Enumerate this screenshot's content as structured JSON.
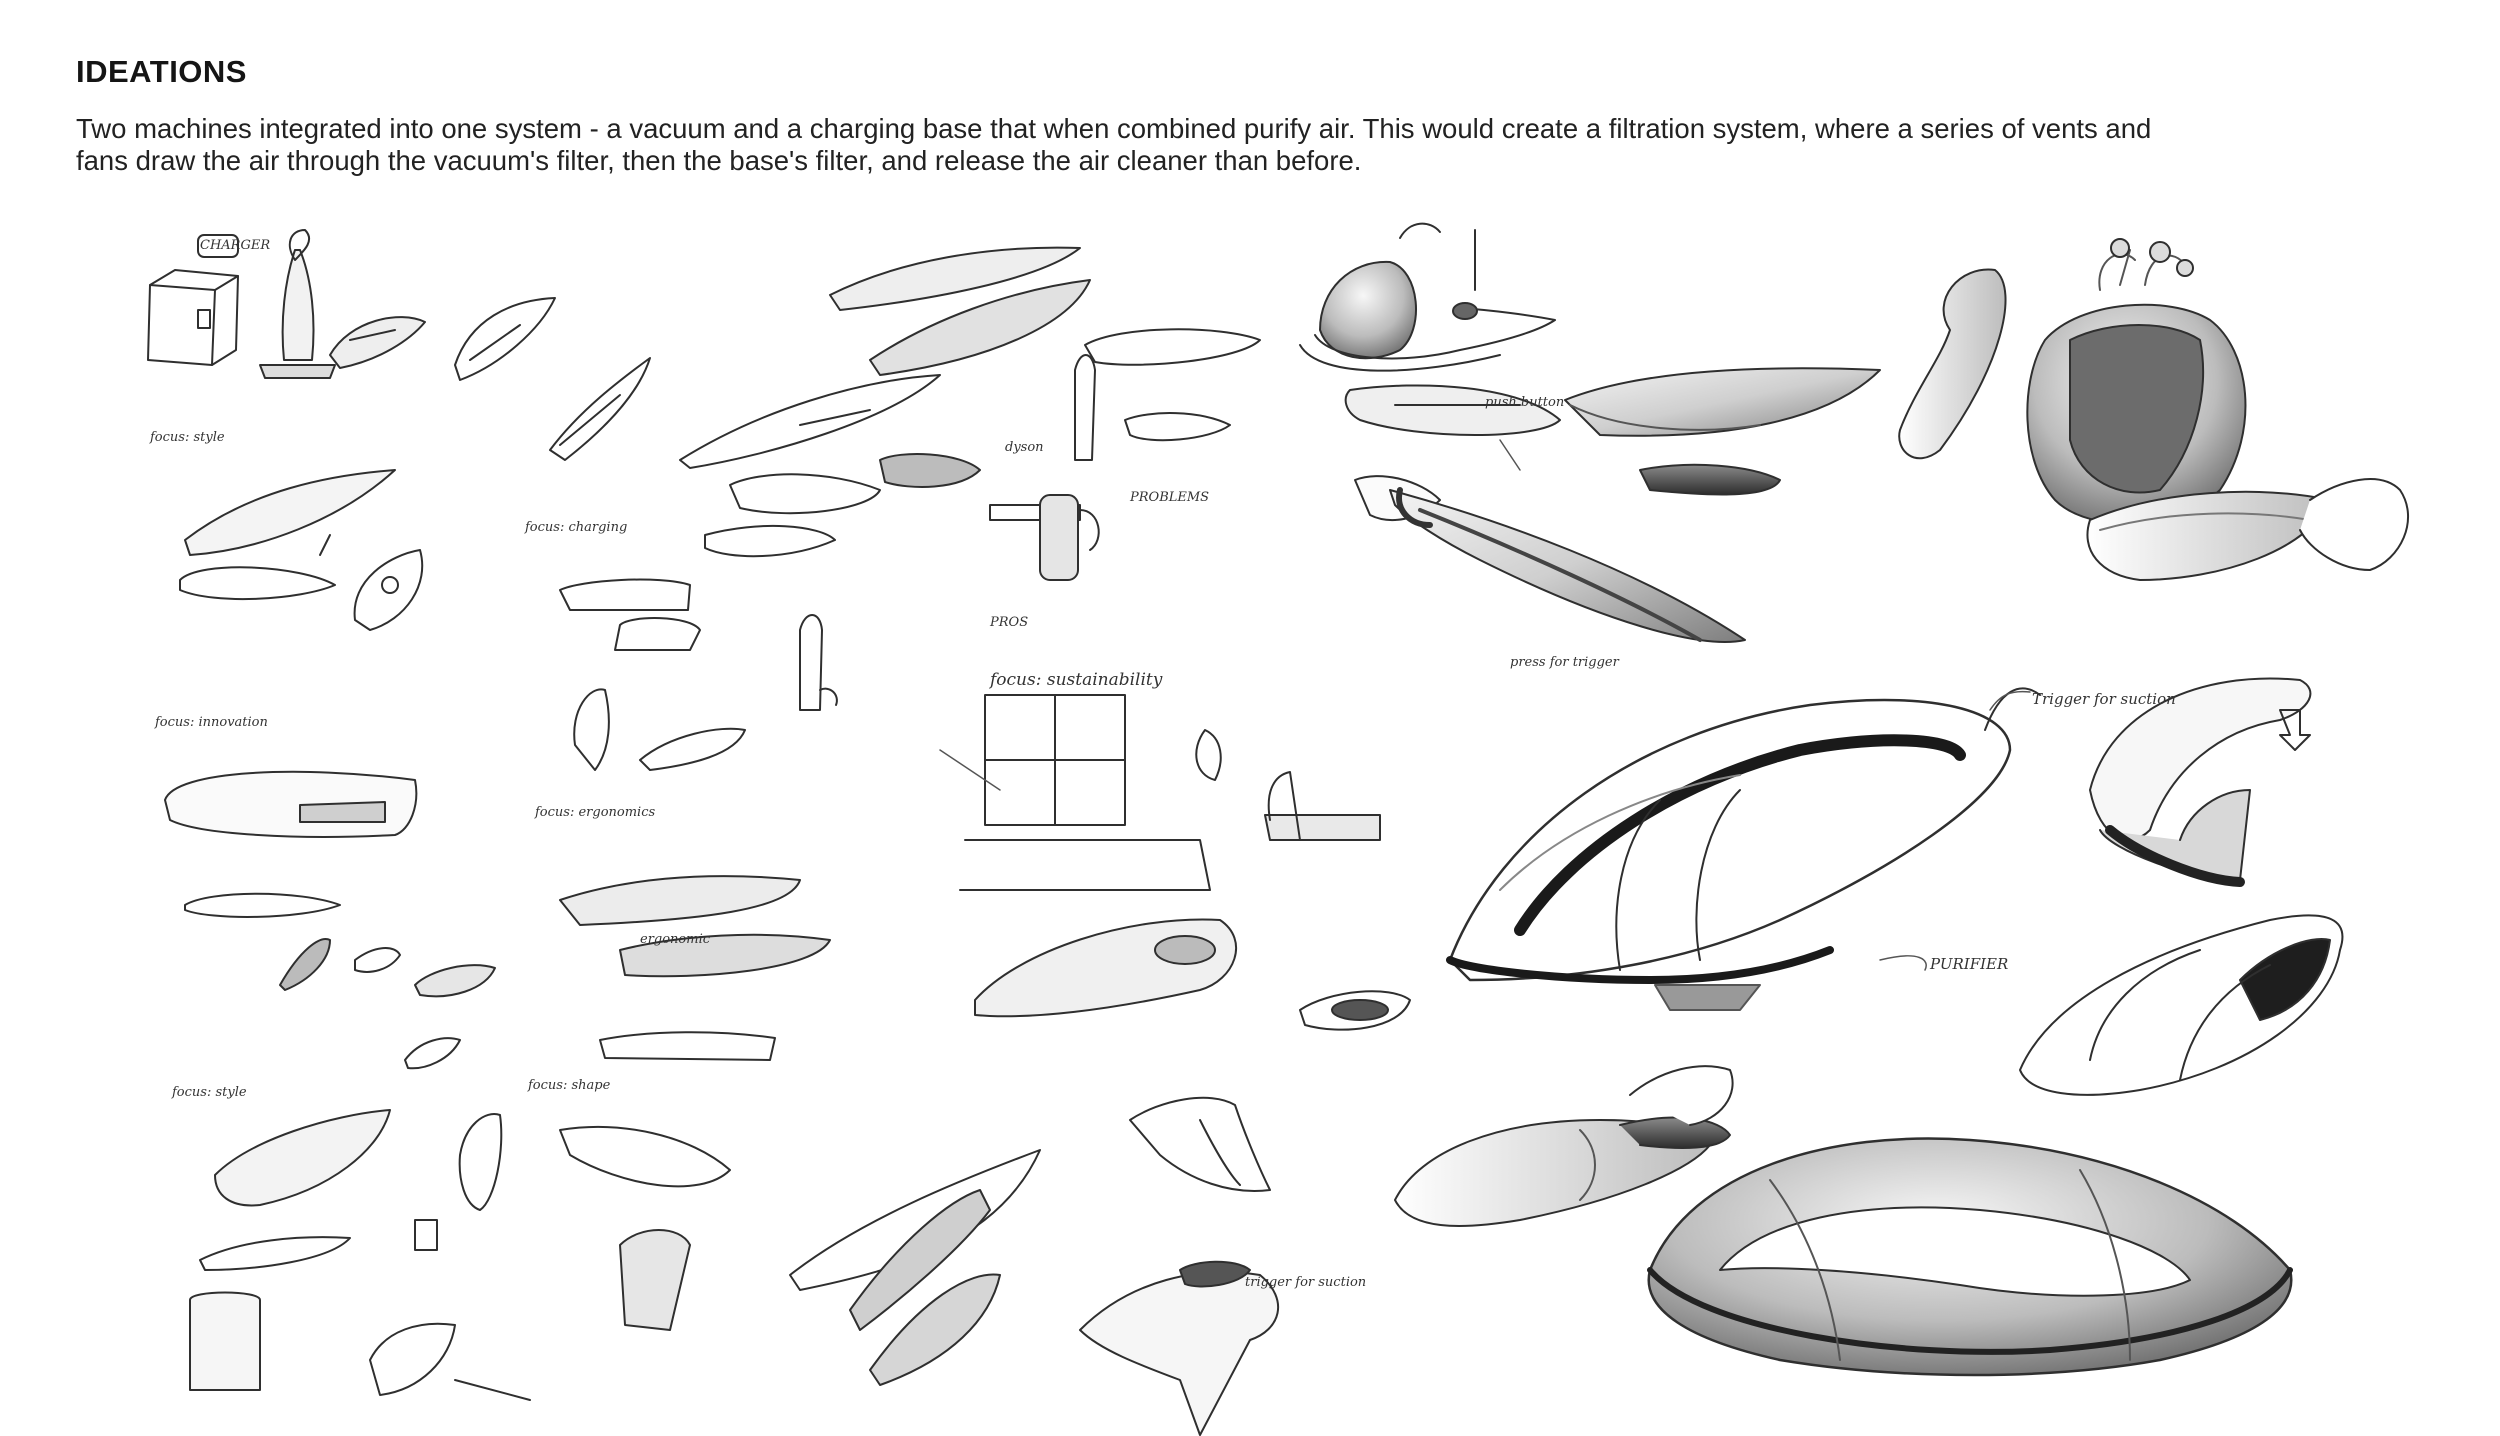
{
  "header": {
    "title": "IDEATIONS",
    "description": "Two machines integrated into one system - a vacuum and a charging base that when combined purify air. This would create a filtration system, where a series of vents and fans draw the air through the vacuum's filter, then the base's filter, and release the air cleaner than before."
  },
  "annotations": {
    "focus_sustainability": "focus: sustainability",
    "focus_charging": "focus: charging",
    "focus_ergonomics": "focus: ergonomics",
    "focus_style": "focus: style",
    "focus_innovation": "focus: innovation",
    "focus_shape": "focus: shape",
    "trigger_for_suction": "Trigger for suction",
    "purifier": "PURIFIER",
    "push_button": "push button",
    "press_for_trigger": "press for trigger",
    "pros": "PROS",
    "problems": "PROBLEMS",
    "trigger_button": "trigger for suction",
    "ergonomic": "ergonomic",
    "dyson": "dyson",
    "charger": "CHARGER"
  },
  "colors": {
    "ink": "#2a2a2a",
    "shade_dark": "#3a3a3a",
    "shade_mid": "#9a9a9a",
    "shade_light": "#d6d6d6"
  }
}
